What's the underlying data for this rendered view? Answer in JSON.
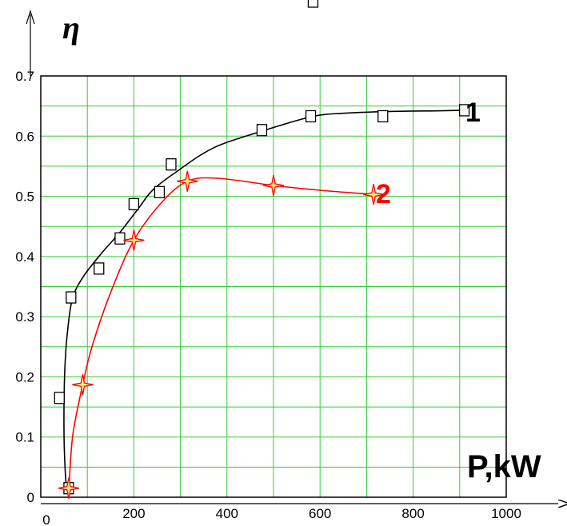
{
  "chart_data": {
    "type": "line",
    "title": "",
    "xlabel": "P,kW",
    "ylabel": "η",
    "xlim": [
      0,
      1000
    ],
    "ylim": [
      0,
      0.7
    ],
    "x_ticks": [
      "0",
      "200",
      "400",
      "600",
      "800",
      "1000"
    ],
    "y_ticks": [
      "0",
      "0.1",
      "0.2",
      "0.3",
      "0.4",
      "0.5",
      "0.6",
      "0.7"
    ],
    "grid": true,
    "grid_color": "#33cc33",
    "series": [
      {
        "name": "1",
        "color": "#000000",
        "marker": "square",
        "points": [
          [
            40,
            0.165
          ],
          [
            60,
            0.015
          ],
          [
            65,
            0.332
          ],
          [
            125,
            0.38
          ],
          [
            170,
            0.43
          ],
          [
            200,
            0.487
          ],
          [
            255,
            0.507
          ],
          [
            280,
            0.553
          ],
          [
            475,
            0.61
          ],
          [
            580,
            0.633
          ],
          [
            735,
            0.633
          ],
          [
            910,
            0.643
          ]
        ],
        "curve": [
          [
            55,
            0.015
          ],
          [
            52,
            0.05
          ],
          [
            50,
            0.1
          ],
          [
            50,
            0.16
          ],
          [
            52,
            0.22
          ],
          [
            58,
            0.28
          ],
          [
            68,
            0.33
          ],
          [
            90,
            0.365
          ],
          [
            130,
            0.405
          ],
          [
            170,
            0.44
          ],
          [
            210,
            0.48
          ],
          [
            240,
            0.51
          ],
          [
            290,
            0.54
          ],
          [
            370,
            0.58
          ],
          [
            470,
            0.607
          ],
          [
            580,
            0.632
          ],
          [
            650,
            0.638
          ],
          [
            750,
            0.641
          ],
          [
            850,
            0.642
          ],
          [
            910,
            0.643
          ]
        ]
      },
      {
        "name": "2",
        "color": "#ff0000",
        "marker": "star",
        "points": [
          [
            60,
            0.015
          ],
          [
            90,
            0.187
          ],
          [
            200,
            0.427
          ],
          [
            315,
            0.525
          ],
          [
            500,
            0.518
          ],
          [
            715,
            0.503
          ]
        ],
        "curve": [
          [
            60,
            0.0
          ],
          [
            63,
            0.05
          ],
          [
            70,
            0.11
          ],
          [
            90,
            0.187
          ],
          [
            110,
            0.25
          ],
          [
            150,
            0.34
          ],
          [
            200,
            0.427
          ],
          [
            260,
            0.49
          ],
          [
            315,
            0.525
          ],
          [
            380,
            0.53
          ],
          [
            500,
            0.518
          ],
          [
            600,
            0.51
          ],
          [
            715,
            0.503
          ]
        ]
      }
    ],
    "stray_marker": {
      "shape": "square",
      "x": 585,
      "y": 0.86
    }
  }
}
